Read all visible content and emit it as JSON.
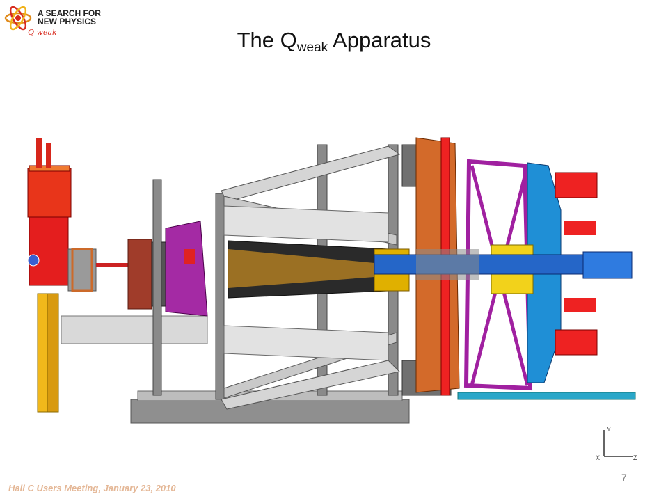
{
  "logo": {
    "line1": "A SEARCH FOR",
    "line2": "NEW PHYSICS",
    "sub": "Q weak"
  },
  "title": {
    "main": "The Q",
    "subscript": "weak",
    "rest": " Apparatus"
  },
  "axis_labels": {
    "y": "Y",
    "x": "X",
    "z": "Z"
  },
  "page_number": "7",
  "footer": "Hall C Users Meeting, January 23, 2010",
  "colors": {
    "accent_red": "#e41e1e",
    "magenta": "#c21fc7",
    "blue": "#1a73d8",
    "yellow": "#f2d21b",
    "gray_frame": "#9a9a9a"
  }
}
